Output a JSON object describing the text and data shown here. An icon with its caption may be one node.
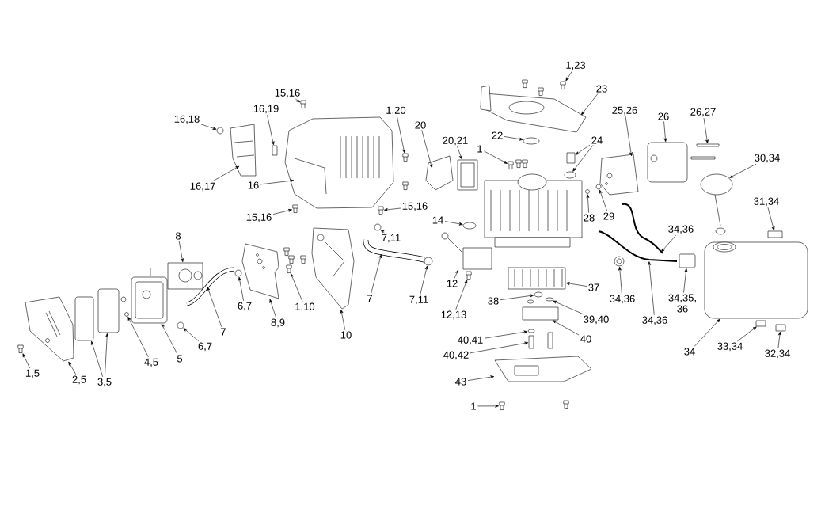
{
  "diagram": {
    "nodes": [
      {
        "text": [
          "1,23"
        ]
      },
      {
        "text": [
          "23"
        ]
      },
      {
        "text": [
          "15,16"
        ]
      },
      {
        "text": [
          "16,19"
        ]
      },
      {
        "text": [
          "16,18"
        ]
      },
      {
        "text": [
          "1,20"
        ]
      },
      {
        "text": [
          "20"
        ]
      },
      {
        "text": [
          "25,26"
        ]
      },
      {
        "text": [
          "26"
        ]
      },
      {
        "text": [
          "26,27"
        ]
      },
      {
        "text": [
          "20,21"
        ]
      },
      {
        "text": [
          "22"
        ]
      },
      {
        "text": [
          "1"
        ]
      },
      {
        "text": [
          "24"
        ]
      },
      {
        "text": [
          "30,34"
        ]
      },
      {
        "text": [
          "16,17"
        ]
      },
      {
        "text": [
          "16"
        ]
      },
      {
        "text": [
          "15,16"
        ]
      },
      {
        "text": [
          "15,16"
        ]
      },
      {
        "text": [
          "31,34"
        ]
      },
      {
        "text": [
          "14"
        ]
      },
      {
        "text": [
          "28"
        ]
      },
      {
        "text": [
          "29"
        ]
      },
      {
        "text": [
          "7,11"
        ]
      },
      {
        "text": [
          "34,36"
        ]
      },
      {
        "text": [
          "8"
        ]
      },
      {
        "text": [
          "12"
        ]
      },
      {
        "text": [
          "7"
        ]
      },
      {
        "text": [
          "7,11"
        ]
      },
      {
        "text": [
          "37"
        ]
      },
      {
        "text": [
          "6,7"
        ]
      },
      {
        "text": [
          "1,10"
        ]
      },
      {
        "text": [
          "34,36"
        ]
      },
      {
        "text": [
          "34,35, 36"
        ]
      },
      {
        "text": [
          "38"
        ]
      },
      {
        "text": [
          "39,40"
        ]
      },
      {
        "text": [
          "7"
        ]
      },
      {
        "text": [
          "8,9"
        ]
      },
      {
        "text": [
          "12,13"
        ]
      },
      {
        "text": [
          "34,36"
        ]
      },
      {
        "text": [
          "40,41"
        ]
      },
      {
        "text": [
          "40"
        ]
      },
      {
        "text": [
          "4,5"
        ]
      },
      {
        "text": [
          "5"
        ]
      },
      {
        "text": [
          "6,7"
        ]
      },
      {
        "text": [
          "10"
        ]
      },
      {
        "text": [
          "3,5"
        ]
      },
      {
        "text": [
          "34"
        ]
      },
      {
        "text": [
          "33,34"
        ]
      },
      {
        "text": [
          "32,34"
        ]
      },
      {
        "text": [
          "40,42"
        ]
      },
      {
        "text": [
          "1,5"
        ]
      },
      {
        "text": [
          "2,5"
        ]
      },
      {
        "text": [
          "43"
        ]
      },
      {
        "text": [
          "1"
        ]
      },
      {
        "text": [],
        "shape": "picture"
      },
      {
        "text": [],
        "shape": "picture"
      },
      {
        "text": [],
        "shape": "picture"
      },
      {
        "text": [],
        "shape": "box"
      },
      {
        "text": [],
        "shape": "circle"
      },
      {
        "text": [],
        "shape": "picture"
      },
      {
        "text": [],
        "shape": "picture"
      },
      {
        "text": [],
        "shape": "picture"
      },
      {
        "text": [],
        "shape": "picture"
      },
      {
        "text": [],
        "shape": "box"
      },
      {
        "text": [],
        "shape": "picture"
      },
      {
        "text": [],
        "shape": "circle"
      },
      {
        "text": [],
        "shape": "picture"
      },
      {
        "text": [],
        "shape": "box"
      },
      {
        "text": [],
        "shape": "circle"
      },
      {
        "text": [],
        "shape": "circle"
      },
      {
        "text": [],
        "shape": "picture"
      },
      {
        "text": [],
        "shape": "picture"
      },
      {
        "text": [],
        "shape": "picture"
      },
      {
        "text": [],
        "shape": "picture"
      },
      {
        "text": [],
        "shape": "box"
      },
      {
        "text": [],
        "shape": "circle"
      },
      {
        "text": [],
        "shape": "circle"
      },
      {
        "text": [],
        "shape": "circle"
      },
      {
        "text": [],
        "shape": "circle"
      },
      {
        "text": [],
        "shape": "picture"
      },
      {
        "text": [],
        "shape": "picture"
      },
      {
        "text": [],
        "shape": "picture"
      },
      {
        "text": [],
        "shape": "picture"
      },
      {
        "text": [],
        "shape": "circle"
      },
      {
        "text": [],
        "shape": "picture"
      },
      {
        "text": [],
        "shape": "circle"
      },
      {
        "text": [],
        "shape": "picture"
      },
      {
        "text": [],
        "shape": "picture"
      },
      {
        "text": [],
        "shape": "box"
      },
      {
        "text": [],
        "shape": "circle"
      },
      {
        "text": [],
        "shape": "circle"
      },
      {
        "text": [],
        "shape": "picture"
      },
      {
        "text": [],
        "shape": "picture"
      },
      {
        "text": [],
        "shape": "picture"
      },
      {
        "text": [],
        "shape": "picture"
      },
      {
        "text": [],
        "shape": "circle"
      },
      {
        "text": [],
        "shape": "box"
      },
      {
        "text": [],
        "shape": "circle"
      },
      {
        "text": [],
        "shape": "picture"
      },
      {
        "text": [],
        "shape": "circle"
      },
      {
        "text": [],
        "shape": "picture"
      },
      {
        "text": [],
        "shape": "box"
      },
      {
        "text": [],
        "shape": "box"
      },
      {
        "text": [],
        "shape": "box"
      },
      {
        "text": [],
        "shape": "box"
      },
      {
        "text": [],
        "shape": "box"
      },
      {
        "text": [],
        "shape": "box"
      },
      {
        "text": [],
        "shape": "picture"
      },
      {
        "text": [],
        "shape": "picture"
      },
      {
        "text": [],
        "shape": "picture"
      },
      {
        "text": [],
        "shape": "picture"
      }
    ],
    "edges": [
      {
        "from": 0,
        "to": 55,
        "arrow": "to"
      },
      {
        "from": 1,
        "to": 56,
        "arrow": "to"
      },
      {
        "from": 2,
        "to": 57,
        "arrow": "to"
      },
      {
        "from": 3,
        "to": 58,
        "arrow": "to"
      },
      {
        "from": 4,
        "to": 59,
        "arrow": "to"
      },
      {
        "from": 5,
        "to": 60,
        "arrow": "to"
      },
      {
        "from": 6,
        "to": 61,
        "arrow": "to"
      },
      {
        "from": 7,
        "to": 62,
        "arrow": "to"
      },
      {
        "from": 8,
        "to": 63,
        "arrow": "to"
      },
      {
        "from": 9,
        "to": 64,
        "arrow": "to"
      },
      {
        "from": 10,
        "to": 65,
        "arrow": "to"
      },
      {
        "from": 11,
        "to": 66,
        "arrow": "to"
      },
      {
        "from": 12,
        "to": 67,
        "arrow": "to"
      },
      {
        "from": 13,
        "to": 68,
        "arrow": "to"
      },
      {
        "from": 13,
        "to": 69,
        "arrow": "to"
      },
      {
        "from": 14,
        "to": 70,
        "arrow": "to"
      },
      {
        "from": 15,
        "to": 71,
        "arrow": "to"
      },
      {
        "from": 16,
        "to": 72,
        "arrow": "to"
      },
      {
        "from": 17,
        "to": 73,
        "arrow": "to"
      },
      {
        "from": 18,
        "to": 74,
        "arrow": "to"
      },
      {
        "from": 19,
        "to": 75,
        "arrow": "to"
      },
      {
        "from": 20,
        "to": 76,
        "arrow": "to"
      },
      {
        "from": 21,
        "to": 77,
        "arrow": "to"
      },
      {
        "from": 22,
        "to": 78,
        "arrow": "to"
      },
      {
        "from": 23,
        "to": 79,
        "arrow": "to"
      },
      {
        "from": 24,
        "to": 80,
        "arrow": "to"
      },
      {
        "from": 25,
        "to": 81,
        "arrow": "to"
      },
      {
        "from": 26,
        "to": 82,
        "arrow": "to"
      },
      {
        "from": 27,
        "to": 83,
        "arrow": "to"
      },
      {
        "from": 28,
        "to": 84,
        "arrow": "to"
      },
      {
        "from": 29,
        "to": 85,
        "arrow": "to"
      },
      {
        "from": 30,
        "to": 86,
        "arrow": "to"
      },
      {
        "from": 31,
        "to": 87,
        "arrow": "to"
      },
      {
        "from": 32,
        "to": 88,
        "arrow": "to"
      },
      {
        "from": 33,
        "to": 89,
        "arrow": "to"
      },
      {
        "from": 34,
        "to": 90,
        "arrow": "to"
      },
      {
        "from": 35,
        "to": 91,
        "arrow": "to"
      },
      {
        "from": 36,
        "to": 92,
        "arrow": "to"
      },
      {
        "from": 37,
        "to": 93,
        "arrow": "to"
      },
      {
        "from": 38,
        "to": 94,
        "arrow": "to"
      },
      {
        "from": 39,
        "to": 95,
        "arrow": "to"
      },
      {
        "from": 40,
        "to": 96,
        "arrow": "to"
      },
      {
        "from": 41,
        "to": 97,
        "arrow": "to"
      },
      {
        "from": 42,
        "to": 98,
        "arrow": "to"
      },
      {
        "from": 43,
        "to": 99,
        "arrow": "to"
      },
      {
        "from": 44,
        "to": 100,
        "arrow": "to"
      },
      {
        "from": 45,
        "to": 101,
        "arrow": "to"
      },
      {
        "from": 46,
        "to": 102,
        "arrow": "to"
      },
      {
        "from": 46,
        "to": 103,
        "arrow": "to"
      },
      {
        "from": 47,
        "to": 104,
        "arrow": "to"
      },
      {
        "from": 48,
        "to": 105,
        "arrow": "to"
      },
      {
        "from": 49,
        "to": 106,
        "arrow": "to"
      },
      {
        "from": 50,
        "to": 107,
        "arrow": "to"
      },
      {
        "from": 51,
        "to": 108,
        "arrow": "to"
      },
      {
        "from": 52,
        "to": 109,
        "arrow": "to"
      },
      {
        "from": 53,
        "to": 110,
        "arrow": "to"
      },
      {
        "from": 54,
        "to": 111,
        "arrow": "to"
      }
    ]
  }
}
